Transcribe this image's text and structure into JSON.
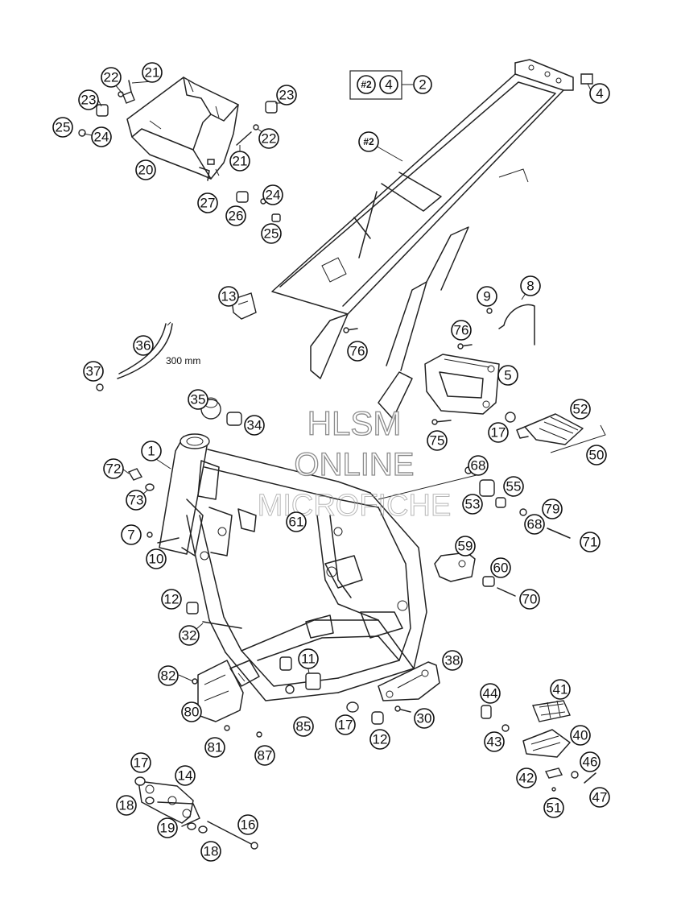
{
  "header_box": {
    "hash_label": "#2",
    "label_a": "4",
    "label_b": "2"
  },
  "measurement_note": "300 mm",
  "watermark": {
    "line1": "HLSM",
    "line2": "ONLINE",
    "line3": "MICROFICHE"
  },
  "callouts": [
    {
      "id": "21a",
      "label": "21"
    },
    {
      "id": "22a",
      "label": "22"
    },
    {
      "id": "23a",
      "label": "23"
    },
    {
      "id": "25a",
      "label": "25"
    },
    {
      "id": "24a",
      "label": "24"
    },
    {
      "id": "20",
      "label": "20"
    },
    {
      "id": "23b",
      "label": "23"
    },
    {
      "id": "22b",
      "label": "22"
    },
    {
      "id": "21b",
      "label": "21"
    },
    {
      "id": "27",
      "label": "27"
    },
    {
      "id": "26",
      "label": "26"
    },
    {
      "id": "24b",
      "label": "24"
    },
    {
      "id": "25b",
      "label": "25"
    },
    {
      "id": "4",
      "label": "4"
    },
    {
      "id": "hash2",
      "label": "#2"
    },
    {
      "id": "13",
      "label": "13"
    },
    {
      "id": "9",
      "label": "9"
    },
    {
      "id": "8",
      "label": "8"
    },
    {
      "id": "36",
      "label": "36"
    },
    {
      "id": "37",
      "label": "37"
    },
    {
      "id": "76a",
      "label": "76"
    },
    {
      "id": "76b",
      "label": "76"
    },
    {
      "id": "5",
      "label": "5"
    },
    {
      "id": "35",
      "label": "35"
    },
    {
      "id": "34",
      "label": "34"
    },
    {
      "id": "52",
      "label": "52"
    },
    {
      "id": "17a",
      "label": "17"
    },
    {
      "id": "75",
      "label": "75"
    },
    {
      "id": "50",
      "label": "50"
    },
    {
      "id": "1",
      "label": "1"
    },
    {
      "id": "72",
      "label": "72"
    },
    {
      "id": "68a",
      "label": "68"
    },
    {
      "id": "73",
      "label": "73"
    },
    {
      "id": "55",
      "label": "55"
    },
    {
      "id": "53",
      "label": "53"
    },
    {
      "id": "79",
      "label": "79"
    },
    {
      "id": "61",
      "label": "61"
    },
    {
      "id": "68b",
      "label": "68"
    },
    {
      "id": "7",
      "label": "7"
    },
    {
      "id": "71",
      "label": "71"
    },
    {
      "id": "10",
      "label": "10"
    },
    {
      "id": "59",
      "label": "59"
    },
    {
      "id": "60",
      "label": "60"
    },
    {
      "id": "12a",
      "label": "12"
    },
    {
      "id": "70",
      "label": "70"
    },
    {
      "id": "32",
      "label": "32"
    },
    {
      "id": "38",
      "label": "38"
    },
    {
      "id": "11",
      "label": "11"
    },
    {
      "id": "82",
      "label": "82"
    },
    {
      "id": "41",
      "label": "41"
    },
    {
      "id": "44",
      "label": "44"
    },
    {
      "id": "80",
      "label": "80"
    },
    {
      "id": "30",
      "label": "30"
    },
    {
      "id": "85",
      "label": "85"
    },
    {
      "id": "17b",
      "label": "17"
    },
    {
      "id": "40",
      "label": "40"
    },
    {
      "id": "43",
      "label": "43"
    },
    {
      "id": "12b",
      "label": "12"
    },
    {
      "id": "81",
      "label": "81"
    },
    {
      "id": "87",
      "label": "87"
    },
    {
      "id": "46",
      "label": "46"
    },
    {
      "id": "17c",
      "label": "17"
    },
    {
      "id": "42",
      "label": "42"
    },
    {
      "id": "14",
      "label": "14"
    },
    {
      "id": "47",
      "label": "47"
    },
    {
      "id": "18a",
      "label": "18"
    },
    {
      "id": "51",
      "label": "51"
    },
    {
      "id": "16",
      "label": "16"
    },
    {
      "id": "19",
      "label": "19"
    },
    {
      "id": "18b",
      "label": "18"
    }
  ]
}
